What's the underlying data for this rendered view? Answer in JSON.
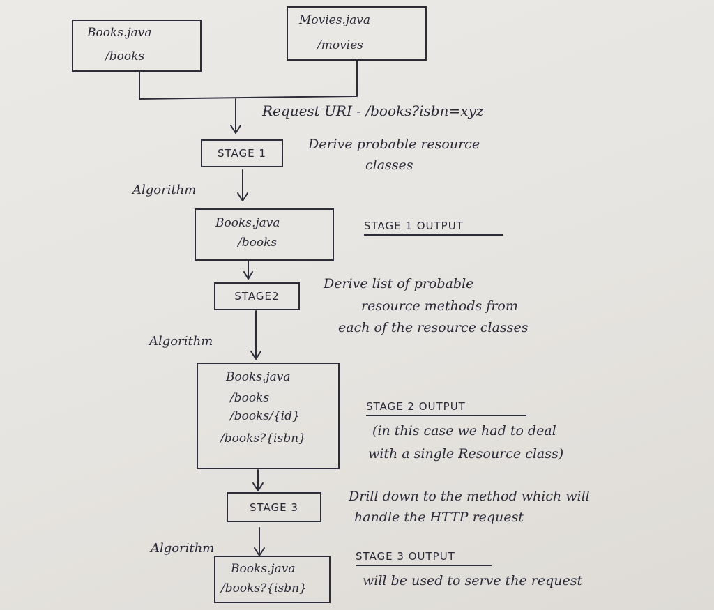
{
  "top": {
    "books": {
      "file": "Books.java",
      "path": "/books"
    },
    "movies": {
      "file": "Movies.java",
      "path": "/movies"
    }
  },
  "request_uri": "Request URI - /books?isbn=xyz",
  "algorithm_label": "Algorithm",
  "stage1": {
    "label": "STAGE 1",
    "desc": [
      "Derive probable resource",
      "classes"
    ],
    "output_title": "STAGE 1 OUTPUT",
    "output_box": [
      "Books.java",
      "/books"
    ]
  },
  "stage2": {
    "label": "STAGE2",
    "desc": [
      "Derive list of probable",
      "resource methods from",
      "each of the resource classes"
    ],
    "output_title": "STAGE 2 OUTPUT",
    "output_note": [
      "(in this case we had to deal",
      "with a single Resource class)"
    ],
    "output_box": [
      "Books.java",
      "/books",
      "/books/{id}",
      "/books?{isbn}"
    ]
  },
  "stage3": {
    "label": "STAGE 3",
    "desc": [
      "Drill down to the method which will",
      "handle the HTTP request"
    ],
    "output_title": "STAGE 3 OUTPUT",
    "output_note": "will be used to serve the request",
    "output_box": [
      "Books.java",
      "/books?{isbn}"
    ]
  }
}
